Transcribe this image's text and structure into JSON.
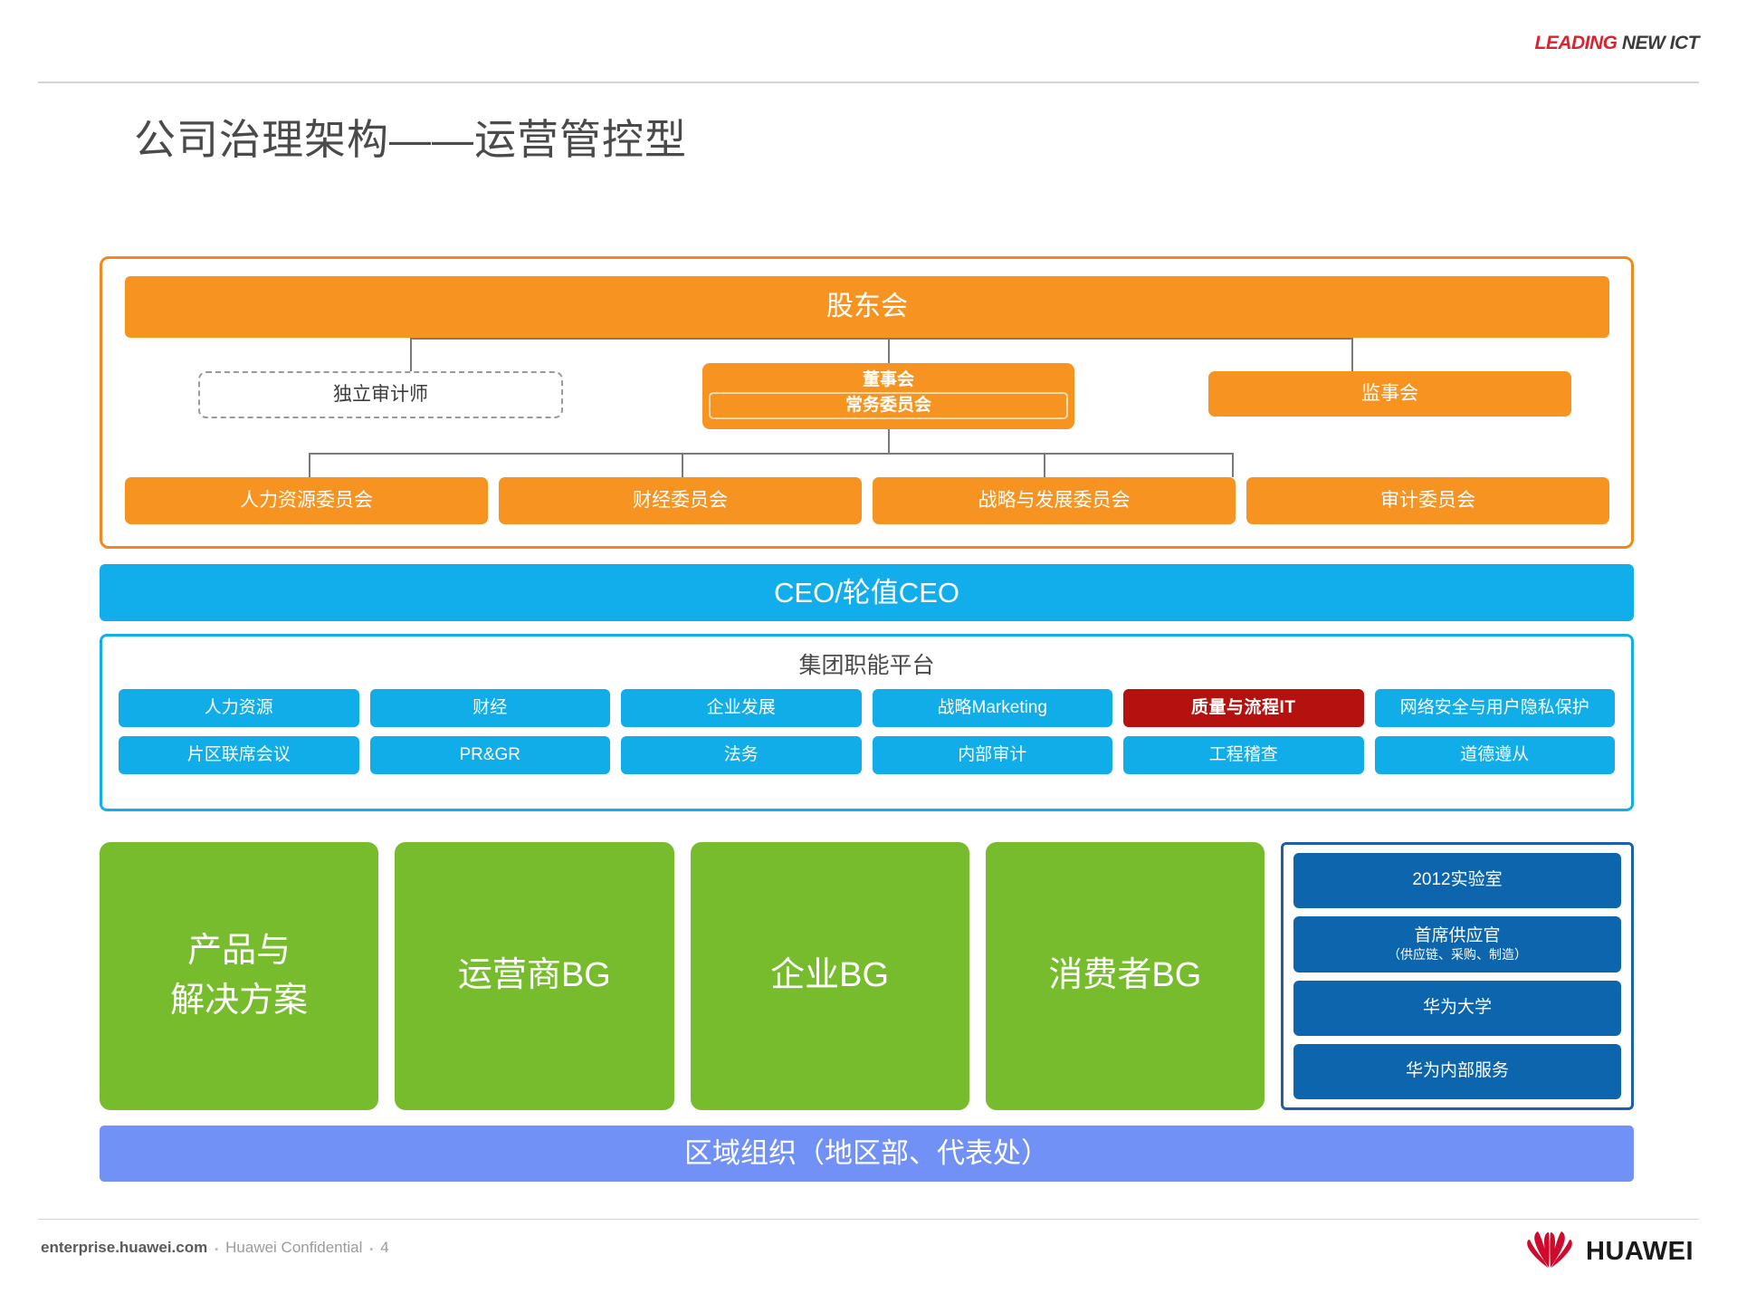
{
  "header": {
    "brand_tag_lead": "LEADING",
    "brand_tag_rest": " NEW ICT",
    "title": "公司治理架构——运营管控型"
  },
  "governance": {
    "shareholders": "股东会",
    "independent_auditor": "独立审计师",
    "board": {
      "title": "董事会",
      "sub": "常务委员会"
    },
    "supervisory_board": "监事会",
    "committees": [
      "人力资源委员会",
      "财经委员会",
      "战略与发展委员会",
      "审计委员会"
    ]
  },
  "ceo": {
    "label": "CEO/轮值CEO"
  },
  "functional_platform": {
    "title": "集团职能平台",
    "row1": [
      {
        "label": "人力资源",
        "accent": false
      },
      {
        "label": "财经",
        "accent": false
      },
      {
        "label": "企业发展",
        "accent": false
      },
      {
        "label": "战略Marketing",
        "accent": false
      },
      {
        "label": "质量与流程IT",
        "accent": true
      },
      {
        "label": "网络安全与用户隐私保护",
        "accent": false
      }
    ],
    "row2": [
      {
        "label": "片区联席会议",
        "accent": false
      },
      {
        "label": "PR&GR",
        "accent": false
      },
      {
        "label": "法务",
        "accent": false
      },
      {
        "label": "内部审计",
        "accent": false
      },
      {
        "label": "工程稽查",
        "accent": false
      },
      {
        "label": "道德遵从",
        "accent": false
      }
    ]
  },
  "business_groups": [
    {
      "line1": "产品与",
      "line2": "解决方案"
    },
    {
      "line1": "运营商BG",
      "line2": ""
    },
    {
      "line1": "企业BG",
      "line2": ""
    },
    {
      "line1": "消费者BG",
      "line2": ""
    }
  ],
  "support_units": [
    {
      "label": "2012实验室",
      "sub": ""
    },
    {
      "label": "首席供应官",
      "sub": "（供应链、采购、制造）"
    },
    {
      "label": "华为大学",
      "sub": ""
    },
    {
      "label": "华为内部服务",
      "sub": ""
    }
  ],
  "regional": {
    "label": "区域组织（地区部、代表处）"
  },
  "footer": {
    "site": "enterprise.huawei.com",
    "sep1": "▪",
    "confidential": "Huawei Confidential",
    "sep2": "▪",
    "page": "4",
    "logo_word": "HUAWEI"
  },
  "colors": {
    "orange": "#f79421",
    "orange_border": "#f08a1e",
    "cyan": "#10ade9",
    "accent_red": "#b5110f",
    "green": "#76bc2c",
    "deep_blue": "#0c65ad",
    "periwinkle": "#7191f7",
    "brand_red": "#d9232e"
  }
}
